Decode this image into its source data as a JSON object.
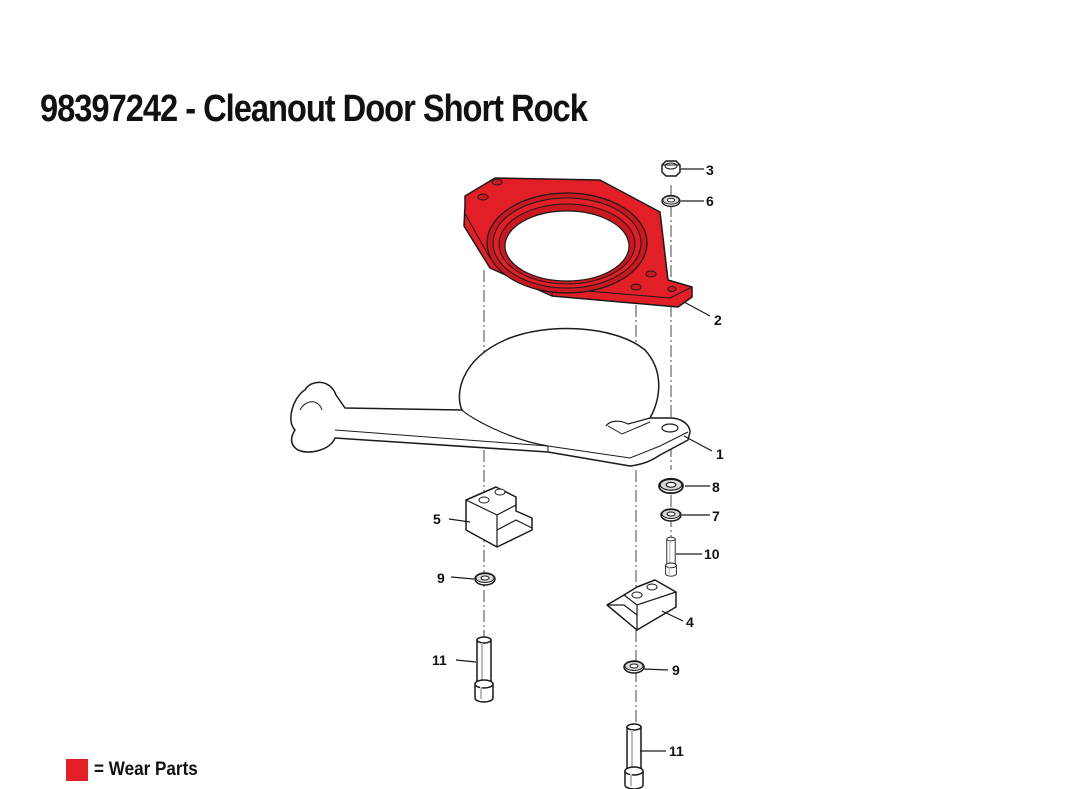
{
  "title": "98397242 - Cleanout Door Short Rock",
  "colors": {
    "wear_part": "#e21e26",
    "line": "#1a1a1a"
  },
  "callouts": [
    "3",
    "6",
    "2",
    "1",
    "8",
    "7",
    "10",
    "5",
    "9",
    "4",
    "11",
    "9",
    "11"
  ],
  "legend": {
    "label": "= Wear Parts"
  }
}
